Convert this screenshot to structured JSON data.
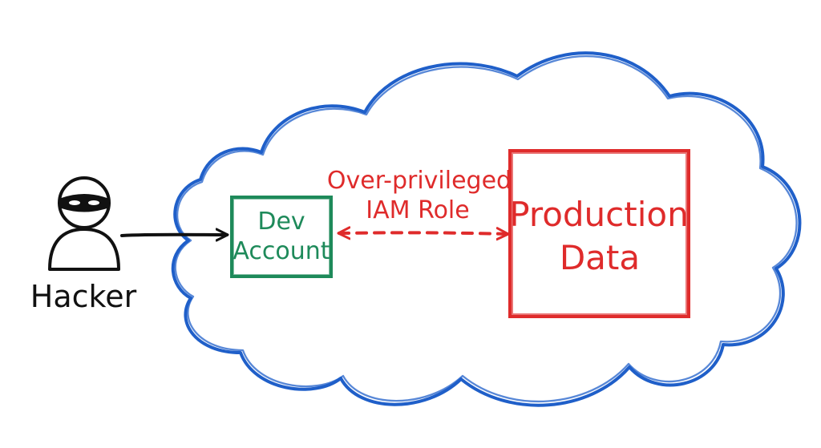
{
  "actor": {
    "label": "Hacker",
    "icon": "hacker-icon"
  },
  "dev_account": {
    "line1": "Dev",
    "line2": "Account"
  },
  "relationship": {
    "line1": "Over-privileged",
    "line2": "IAM Role"
  },
  "production_data": {
    "line1": "Production",
    "line2": "Data"
  },
  "colors": {
    "cloud": "#1f5fc9",
    "dev_account": "#1e8a5a",
    "production": "#df2b2b",
    "relationship": "#df2b2b",
    "ink": "#111111"
  }
}
